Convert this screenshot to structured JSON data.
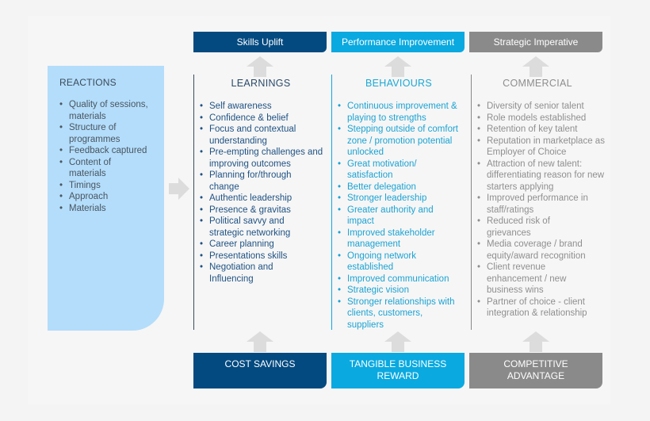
{
  "colors": {
    "learnings": "#034a80",
    "behaviours": "#0aa9e0",
    "commercial": "#8a8a8a",
    "reactions_bg": "#b3ddfb",
    "arrow": "#dcdcdc"
  },
  "reactions": {
    "title": "REACTIONS",
    "items": [
      "Quality of sessions, materials",
      "Structure of programmes",
      "Feedback captured",
      "Content of materials",
      "Timings",
      "Approach",
      "Materials"
    ]
  },
  "columns": [
    {
      "top_label": "Skills Uplift",
      "heading": "LEARNINGS",
      "bottom_label": "COST SAVINGS",
      "items": [
        "Self awareness",
        "Confidence & belief",
        "Focus and contextual understanding",
        "Pre-empting challenges and improving outcomes",
        "Planning for/through change",
        "Authentic leadership",
        "Presence & gravitas",
        "Political savvy and strategic networking",
        "Career planning",
        "Presentations skills",
        "Negotiation and Influencing"
      ]
    },
    {
      "top_label": "Performance Improvement",
      "heading": "BEHAVIOURS",
      "bottom_label": "TANGIBLE BUSINESS REWARD",
      "items": [
        "Continuous improvement & playing to strengths",
        "Stepping outside of comfort zone / promotion potential unlocked",
        "Great motivation/ satisfaction",
        "Better delegation",
        "Stronger leadership",
        "Greater authority and impact",
        "Improved stakeholder management",
        "Ongoing network established",
        "Improved communication",
        "Strategic vision",
        "Stronger relationships with clients, customers, suppliers"
      ]
    },
    {
      "top_label": "Strategic Imperative",
      "heading": "COMMERCIAL",
      "bottom_label": "COMPETITIVE ADVANTAGE",
      "items": [
        "Diversity of senior talent",
        "Role models established",
        "Retention of key talent",
        "Reputation in marketplace as Employer of Choice",
        "Attraction of new talent: differentiating reason for new starters applying",
        "Improved performance in staff/ratings",
        "Reduced risk of grievances",
        "Media coverage / brand equity/award recognition",
        "Client revenue enhancement / new business wins",
        "Partner of choice - client integration & relationship"
      ]
    }
  ]
}
